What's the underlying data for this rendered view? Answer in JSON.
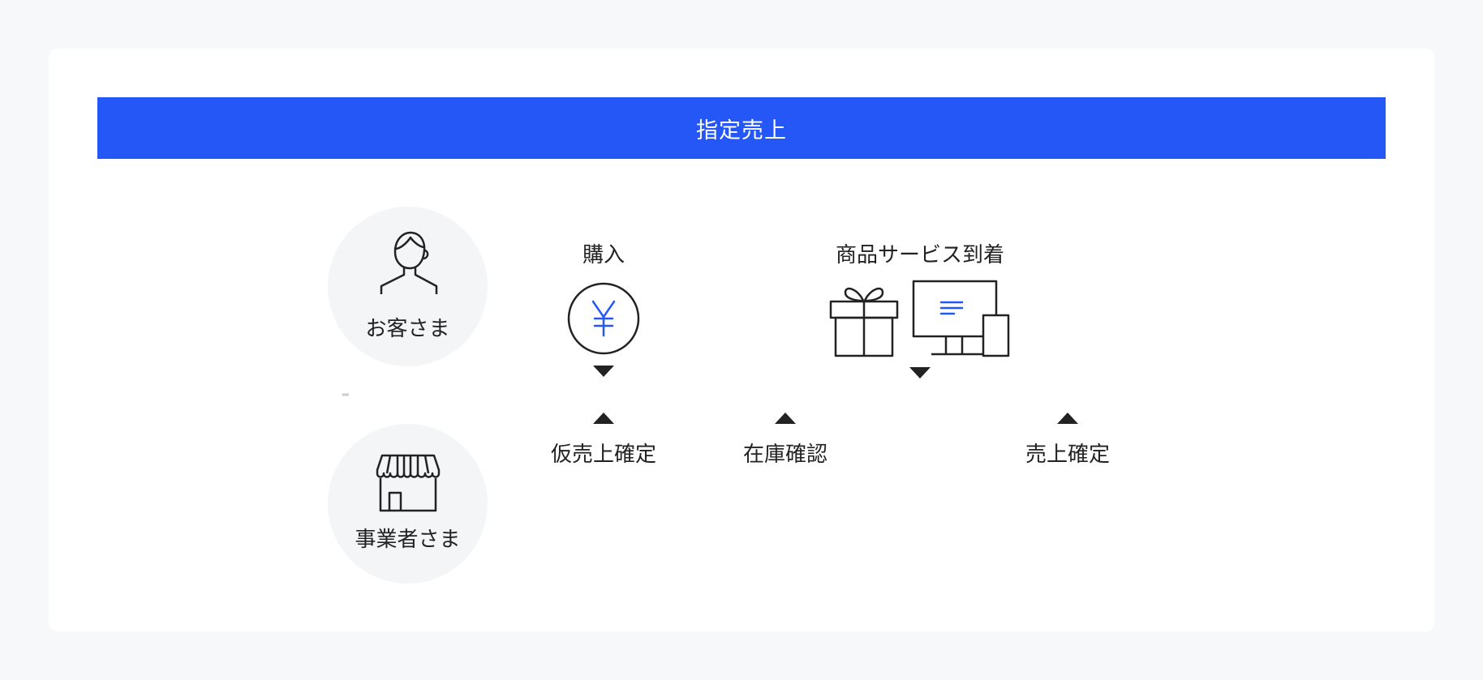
{
  "banner": {
    "title": "指定売上"
  },
  "actors": {
    "customer": {
      "label": "お客さま"
    },
    "merchant": {
      "label": "事業者さま"
    }
  },
  "customer_events": {
    "purchase": {
      "label": "購入"
    },
    "arrival": {
      "label": "商品サービス到着"
    }
  },
  "merchant_events": {
    "provisional_sale": {
      "label": "仮売上確定"
    },
    "stock_check": {
      "label": "在庫確認"
    },
    "sale_confirm": {
      "label": "売上確定"
    }
  },
  "icons": {
    "customer": "person-icon",
    "merchant": "store-icon",
    "purchase": "yen-coin-icon",
    "gift": "gift-icon",
    "devices": "monitor-phone-icon"
  },
  "colors": {
    "accent": "#2457f5",
    "line": "#cccccc",
    "ink": "#222222"
  }
}
